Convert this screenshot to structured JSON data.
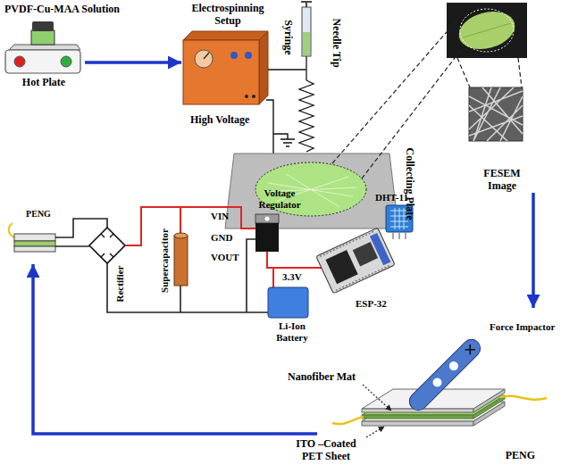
{
  "diagram": {
    "nodes": [
      {
        "text": [
          "Hot Plate"
        ]
      },
      {
        "text": [
          "Electrospinning Setup"
        ]
      },
      {
        "text": [
          "FESEM Image"
        ]
      },
      {
        "text": [
          "PENG"
        ]
      },
      {
        "text": [
          "PENG"
        ]
      }
    ],
    "edges": [
      {
        "from": 0,
        "to": 1,
        "arrow": "to"
      },
      {
        "from": 2,
        "to": 4,
        "arrow": "to"
      },
      {
        "from": 4,
        "to": 3,
        "arrow": "to"
      }
    ],
    "labels": [
      "PVDF-Cu-MAA Solution",
      "Syringe",
      "Needle Tip",
      "High Voltage",
      "Collecting Plate",
      "Rectifier",
      "Supercapacitor",
      "VIN",
      "Voltage Regulator",
      "GND",
      "VOUT",
      "DHT-11",
      "3.3V",
      "ESP-32",
      "Li-Ion Battery",
      "Force Impactor",
      "Nanofiber Mat",
      "ITO –Coated PET Sheet"
    ]
  }
}
